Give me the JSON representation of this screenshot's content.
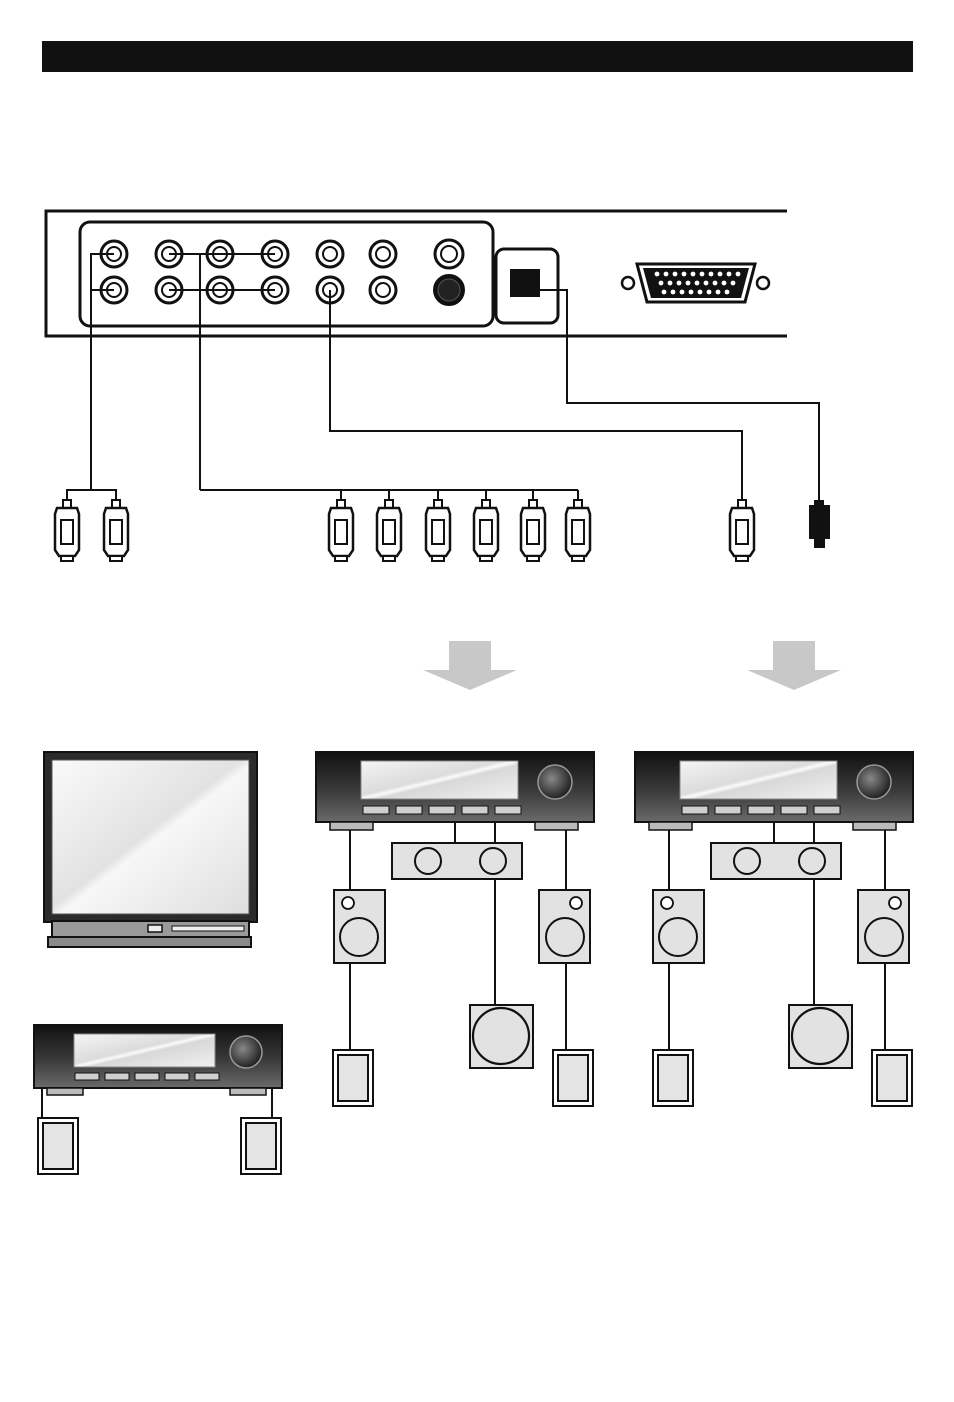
{
  "header": {
    "title": ""
  },
  "diagram": {
    "panel": {
      "rca_jacks": 12,
      "av_jacks": 2,
      "optical_port": "optical-out",
      "vga_port": "vga"
    },
    "plug_groups": [
      {
        "id": "stereo",
        "count": 2
      },
      {
        "id": "multichannel",
        "count": 6
      },
      {
        "id": "coaxial",
        "count": 1
      },
      {
        "id": "optical",
        "count": 1
      }
    ],
    "destinations": [
      {
        "id": "tv-and-stereo-receiver",
        "items": [
          "television",
          "stereo-receiver",
          "two-speakers"
        ]
      },
      {
        "id": "surround-receiver-analog",
        "items": [
          "receiver",
          "center-speaker",
          "front-speakers",
          "subwoofer",
          "rear-speakers"
        ]
      },
      {
        "id": "surround-receiver-digital",
        "items": [
          "receiver",
          "center-speaker",
          "front-speakers",
          "subwoofer",
          "rear-speakers"
        ]
      }
    ],
    "colors": {
      "ink": "#111111",
      "arrow": "#c8c8c8",
      "device_dark": "#2a2a2a",
      "screen": "#ececec"
    }
  }
}
